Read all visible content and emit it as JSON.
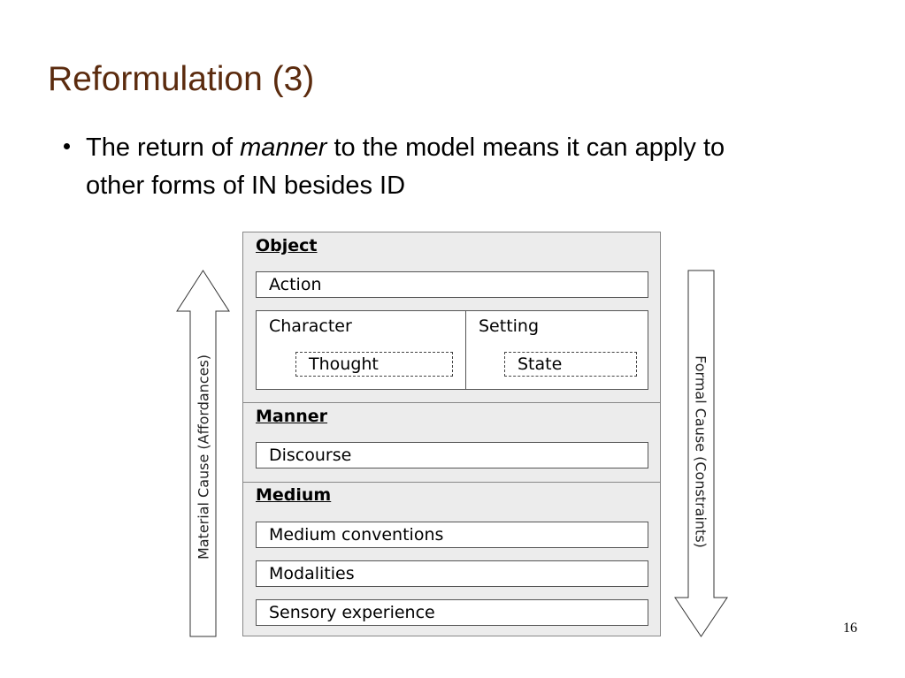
{
  "slide": {
    "title": "Reformulation (3)",
    "bullet": {
      "before": "The return of ",
      "emphasis": "manner",
      "after": " to the model means it can apply to other forms of IN besides ID"
    },
    "page_number": "16"
  },
  "diagram": {
    "object": {
      "heading": "Object",
      "action": "Action",
      "character": "Character",
      "thought": "Thought",
      "setting": "Setting",
      "state": "State"
    },
    "manner": {
      "heading": "Manner",
      "discourse": "Discourse"
    },
    "medium": {
      "heading": "Medium",
      "conventions": "Medium conventions",
      "modalities": "Modalities",
      "sensory": "Sensory experience"
    },
    "left_arrow_label": "Material Cause (Affordances)",
    "right_arrow_label": "Formal Cause (Constraints)"
  }
}
